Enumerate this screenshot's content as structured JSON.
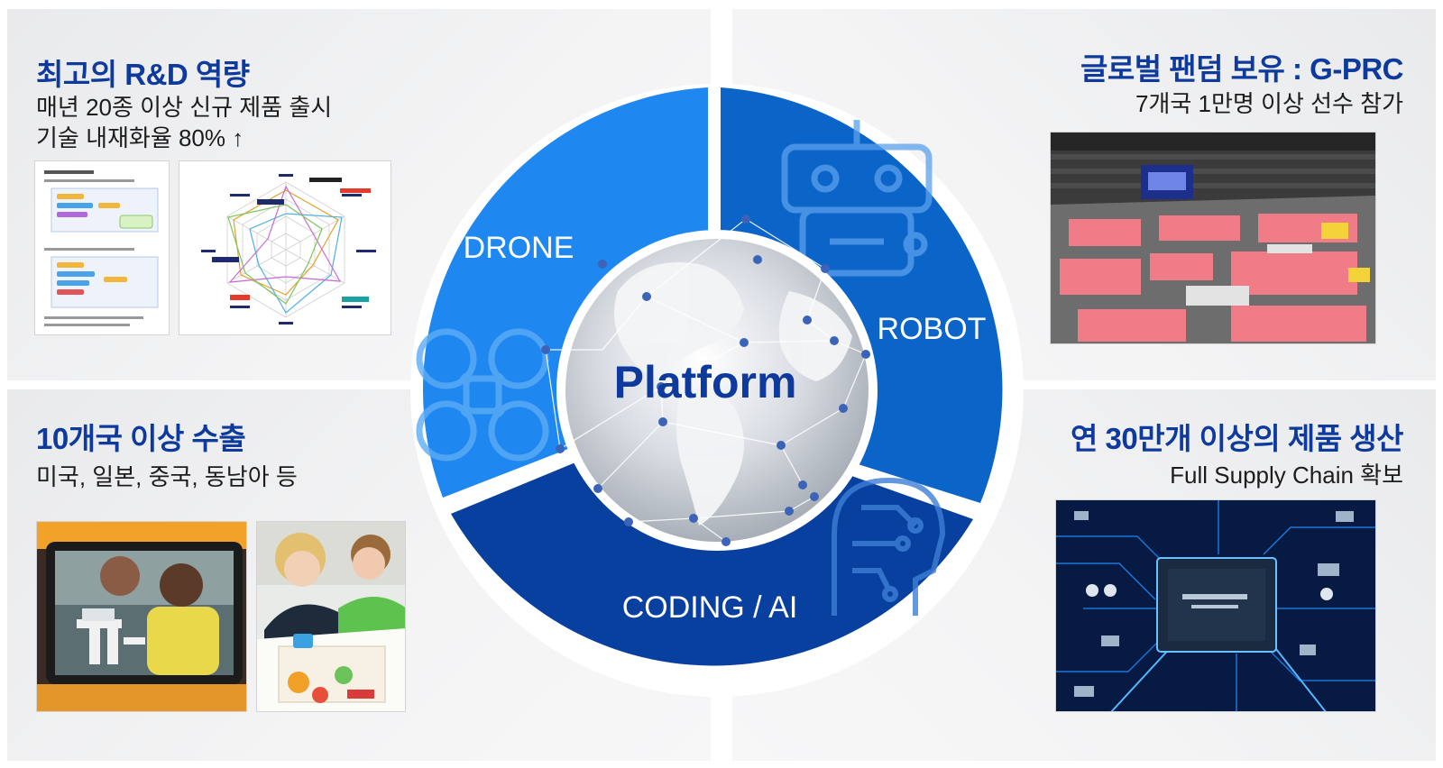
{
  "rnd": {
    "title": "최고의 R&D 역량",
    "line1": "매년 20종 이상 신규 제품 출시",
    "line2": "기술 내재화율 80% ↑"
  },
  "export": {
    "title": "10개국 이상 수출",
    "line1": "미국, 일본, 중국, 동남아 등"
  },
  "fandom": {
    "title": "글로벌 팬덤 보유 : G-PRC",
    "line1": "7개국 1만명 이상 선수 참가"
  },
  "production": {
    "title": "연 30만개 이상의 제품 생산",
    "line1": "Full Supply Chain 확보"
  },
  "wheel": {
    "center": "Platform",
    "segments": [
      "DRONE",
      "ROBOT",
      "CODING / AI"
    ]
  },
  "colors": {
    "title_blue": "#0d3a9c",
    "drone": "#1f88f0",
    "robot": "#0b64c8",
    "coding": "#0840a0",
    "center_text": "#0d3a9c"
  },
  "icons": [
    "drone-icon",
    "robot-icon",
    "ai-head-icon",
    "globe-icon"
  ]
}
